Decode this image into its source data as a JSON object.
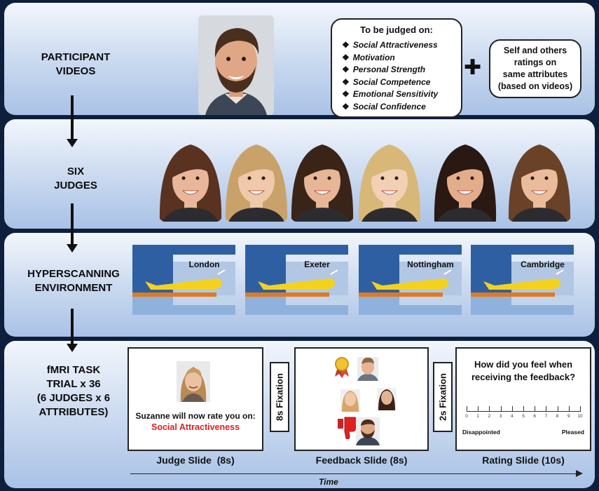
{
  "rows": {
    "participant": "PARTICIPANT\nVIDEOS",
    "judges": "SIX\nJUDGES",
    "hyperscanning": "HYPERSCANNING\nENVIRONMENT",
    "fmri": "fMRI TASK\nTRIAL x 36\n(6 JUDGES x 6\nATTRIBUTES)"
  },
  "judged_box": {
    "title": "To be judged on:",
    "bullet": "❖",
    "attributes": [
      "Social Attractiveness",
      "Motivation",
      "Personal Strength",
      "Social Competence",
      "Emotional Sensitivity",
      "Social Confidence"
    ]
  },
  "plus": "✚",
  "ratings_box": "Self and others\nratings on\nsame attributes\n(based on videos)",
  "sites": [
    "London",
    "Exeter",
    "Nottingham",
    "Cambridge"
  ],
  "judge_slide": {
    "text": "Suzanne will now rate you on:",
    "attribute": "Social Attractiveness",
    "caption": "Judge Slide  (8s)"
  },
  "fixation_1": "8s Fixation",
  "feedback_slide": {
    "caption": "Feedback Slide (8s)"
  },
  "fixation_2": "2s Fixation",
  "rating_slide": {
    "question": "How did you feel when\nreceiving the feedback?",
    "scale": [
      "0",
      "1",
      "2",
      "3",
      "4",
      "5",
      "6",
      "7",
      "8",
      "9",
      "10"
    ],
    "low": "Disappointed",
    "high": "Pleased",
    "caption": "Rating Slide (10s)"
  },
  "time_label": "Time",
  "colors": {
    "attribute_red": "#e02020",
    "bed_yellow": "#f3d21e",
    "scanner_blue": "#2f5fa3"
  }
}
